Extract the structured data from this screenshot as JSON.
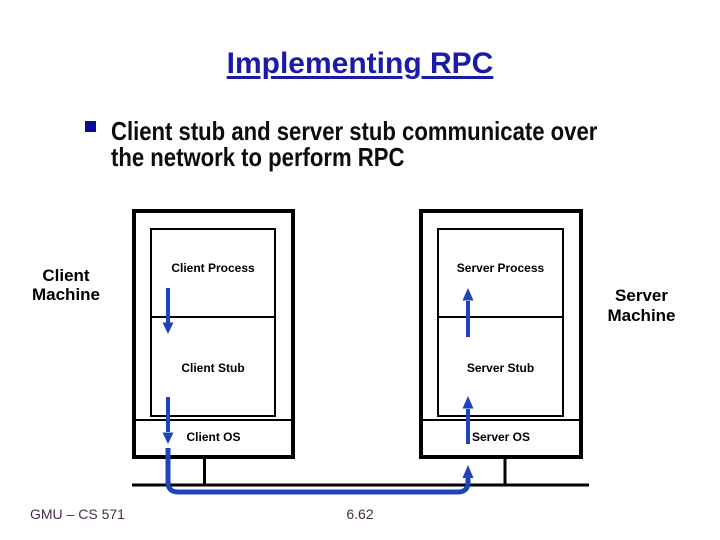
{
  "slide": {
    "title": "Implementing RPC",
    "bullet": {
      "lines": [
        "Client stub and server stub communicate over",
        "the network to perform RPC"
      ]
    },
    "diagram": {
      "client_machine": [
        "Client",
        "Machine"
      ],
      "server_machine": [
        "Server",
        "Machine"
      ],
      "client_box": {
        "process": "Client Process",
        "stub": "Client Stub",
        "os": "Client OS"
      },
      "server_box": {
        "process": "Server Process",
        "stub": "Server Stub",
        "os": "Server OS"
      }
    },
    "footer": {
      "course": "GMU – CS 571",
      "page": "6.62"
    }
  },
  "colors": {
    "title": "#1b1ba8",
    "bullet_square": "#0b0b99",
    "arrow": "#1e44bb",
    "text": "#0c0c0c",
    "footer": "#492d49"
  }
}
